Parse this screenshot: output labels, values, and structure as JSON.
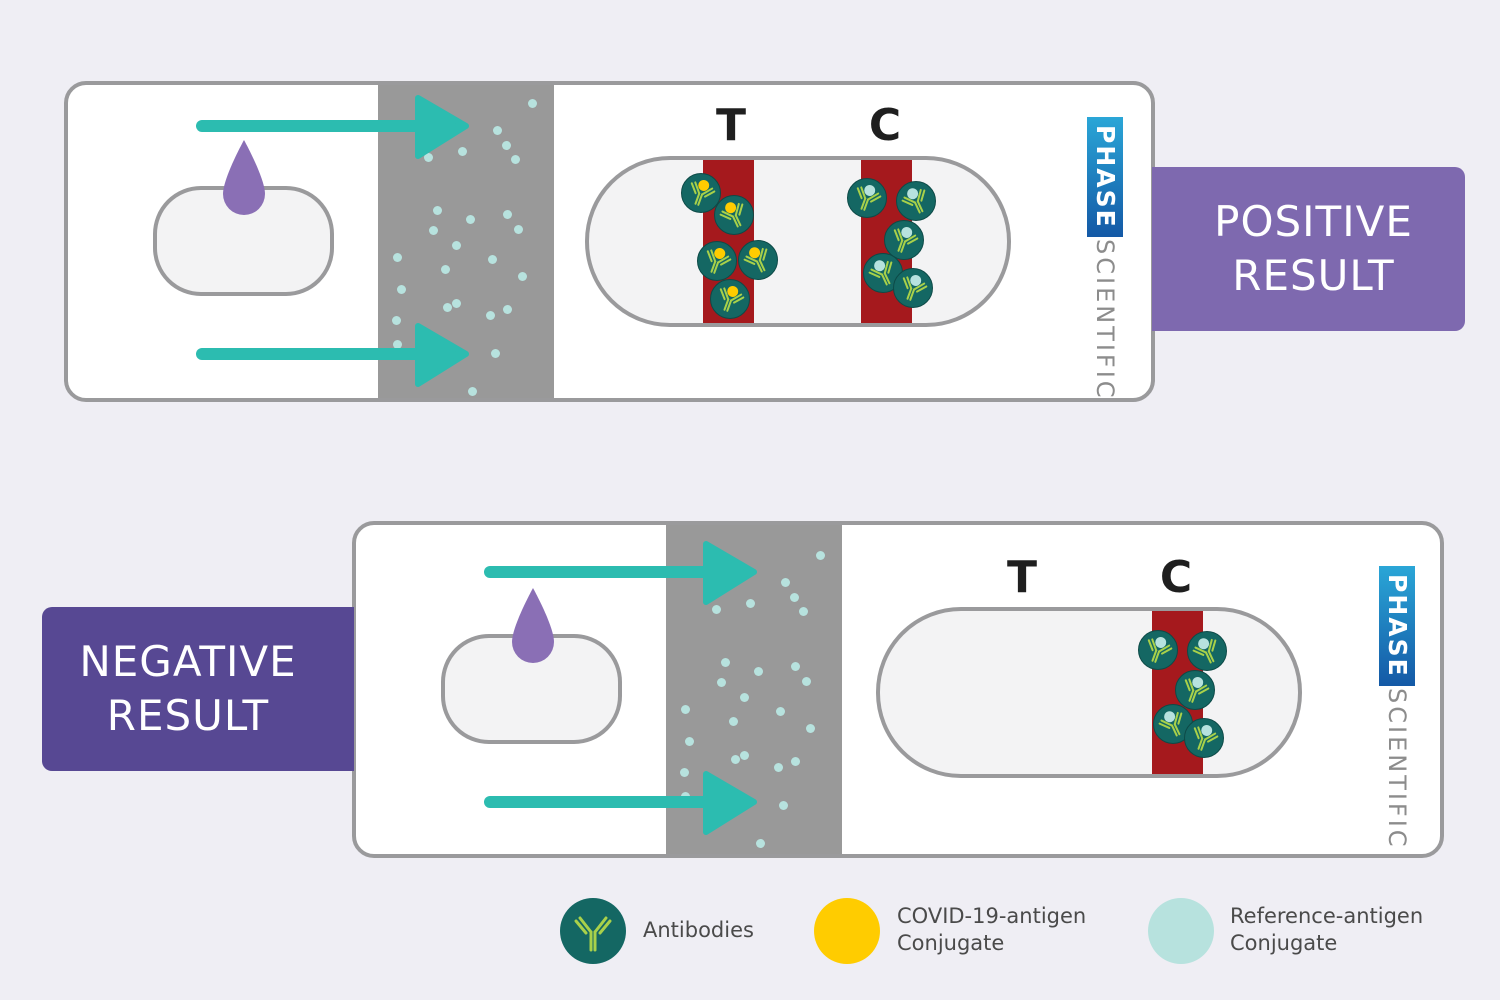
{
  "positive": {
    "label_line1": "POSITIVE",
    "label_line2": "RESULT",
    "label_color": "#7e69af",
    "t_letter": "T",
    "c_letter": "C"
  },
  "negative": {
    "label_line1": "NEGATIVE",
    "label_line2": "RESULT",
    "label_color": "#574893",
    "t_letter": "T",
    "c_letter": "C"
  },
  "brand": {
    "phase": "PHASE",
    "scientific": "SCIENTIFIC"
  },
  "legend": {
    "antibodies": "Antibodies",
    "covid_line1": "COVID-19-antigen",
    "covid_line2": "Conjugate",
    "reference_line1": "Reference-antigen",
    "reference_line2": "Conjugate"
  },
  "colors": {
    "arrow": "#2cbcb0",
    "drop": "#8a6fb5",
    "line": "#a5191d",
    "antibody": "#146763",
    "covid_antigen": "#ffcc00",
    "reference_antigen": "#b7e2de"
  }
}
